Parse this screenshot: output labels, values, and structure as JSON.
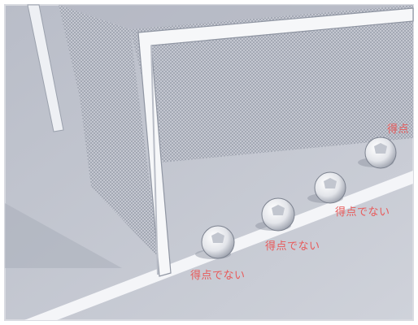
{
  "labels": {
    "goal": "得点",
    "no_goal_1": "得点でない",
    "no_goal_2": "得点でない",
    "no_goal_3": "得点でない"
  },
  "colors": {
    "label": "#e85a5a",
    "ground": "#c4c8d2",
    "line": "#f4f5f8",
    "post": "#eef0f4",
    "net": "#9aa0ac"
  }
}
